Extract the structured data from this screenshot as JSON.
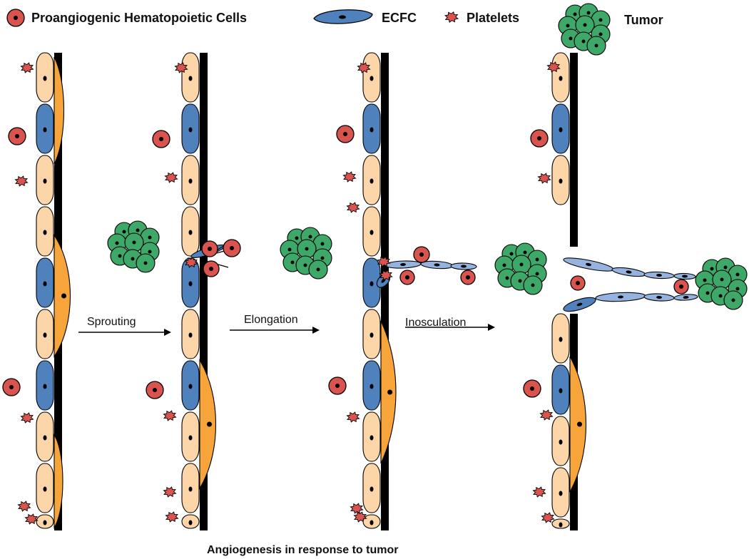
{
  "legend": {
    "hematopoietic": "Proangiogenic Hematopoietic Cells",
    "ecfc": "ECFC",
    "platelets": "Platelets",
    "tumor": "Tumor"
  },
  "stages": [
    "Sprouting",
    "Elongation",
    "Inosculation"
  ],
  "caption": "Angiogenesis in response to tumor",
  "colors": {
    "endothelial": "#fcd5a8",
    "ecfc": "#4f81bd",
    "ecfc_light": "#95b3de",
    "pericyte": "#f7a43b",
    "hematopoietic": "#d9534f",
    "platelet": "#d9534f",
    "tumor": "#3ea868",
    "vessel_wall": "#000000"
  },
  "icons": [
    "hematopoietic-cell-icon",
    "ecfc-icon",
    "platelet-icon",
    "tumor-icon",
    "arrow-icon"
  ]
}
